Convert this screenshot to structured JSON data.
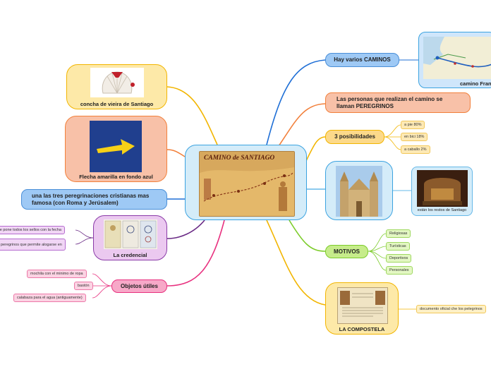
{
  "central": {
    "map_title": "CAMINO de SANTIAGO"
  },
  "left": {
    "concha": {
      "label": "concha de vieira de Santiago"
    },
    "flecha": {
      "label": "Flecha amarilla en fondo azul"
    },
    "peregrinaciones": {
      "label": "una las tres peregrinaciones cristianas mas famosa (con Roma y Jerúsalem)"
    },
    "credencial": {
      "label": "La credencial",
      "leaves": [
        "se pone todos los sellos con la fecha",
        "peregrinos que permite alogarse en"
      ]
    },
    "objetos": {
      "label": "Objetos útiles",
      "leaves": [
        "mochila con el minimo de ropa",
        "bastón",
        "calabaza para el agua (antiguamente)"
      ]
    }
  },
  "right": {
    "caminos": {
      "label": "Hay varios CAMINOS",
      "map_caption": "camino Fran"
    },
    "peregrinos": {
      "label": "Las personas que realizan el camino se llaman PEREGRINOS"
    },
    "posibilidades": {
      "label": "3 posibilidades",
      "leaves": [
        "a pie 80%",
        "en bici 18%",
        "a caballo 2%"
      ]
    },
    "catedral": {
      "restos_label": "están los restos de Santiago"
    },
    "motivos": {
      "label": "MOTIVOS",
      "leaves": [
        "Religiosas",
        "Turísticas",
        "Deportivos",
        "Personales"
      ]
    },
    "compostela": {
      "label": "LA COMPOSTELA",
      "leaf": "documento oficial che los pelegrinos"
    }
  },
  "colors": {
    "central_fill": "#d4ecf9",
    "central_border": "#3ba3e0",
    "blue_line": "#1f6fd6",
    "orange_line": "#f2803b",
    "yellow_line": "#f2b500",
    "green_line": "#7ccc2a",
    "purple_line": "#6a2a85",
    "pink_line": "#e8317f",
    "light_blue_line": "#66b8e8"
  }
}
